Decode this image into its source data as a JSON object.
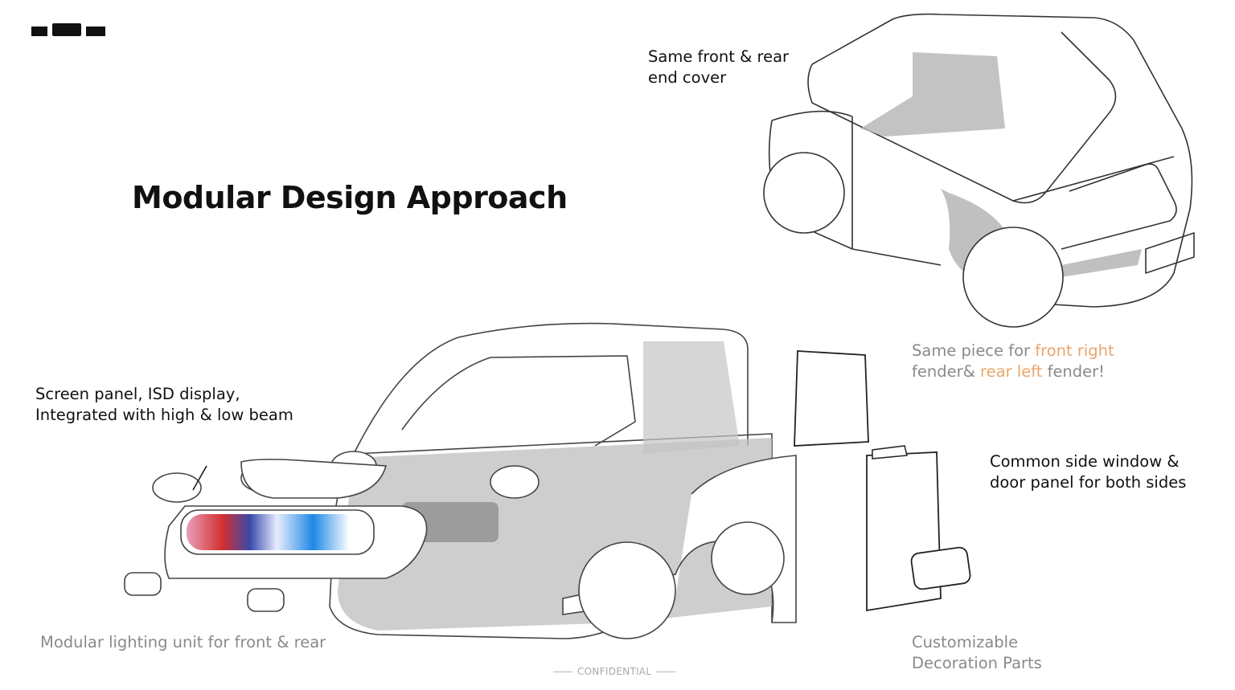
{
  "slide": {
    "title": "Modular Design Approach",
    "footer": "CONFIDENTIAL"
  },
  "annotations": {
    "end_cover": {
      "line1": "Same front & rear",
      "line2": "end cover"
    },
    "fender": {
      "part1": "Same piece for ",
      "accent1": "front right",
      "part2": "fender& ",
      "accent2": "rear left",
      "part3": " fender!"
    },
    "screen_panel": {
      "line1": "Screen panel, ISD display,",
      "line2": "Integrated with high & low beam"
    },
    "side_window": {
      "line1": "Common side window &",
      "line2": "door panel for both sides"
    },
    "lighting": {
      "line1": "Modular lighting unit for front & rear"
    },
    "decoration": {
      "line1": "Customizable",
      "line2": "Decoration Parts"
    }
  },
  "colors": {
    "accent": "#e9a56c",
    "muted_text": "#8a8a8a",
    "shade": "#b9b9b9"
  }
}
